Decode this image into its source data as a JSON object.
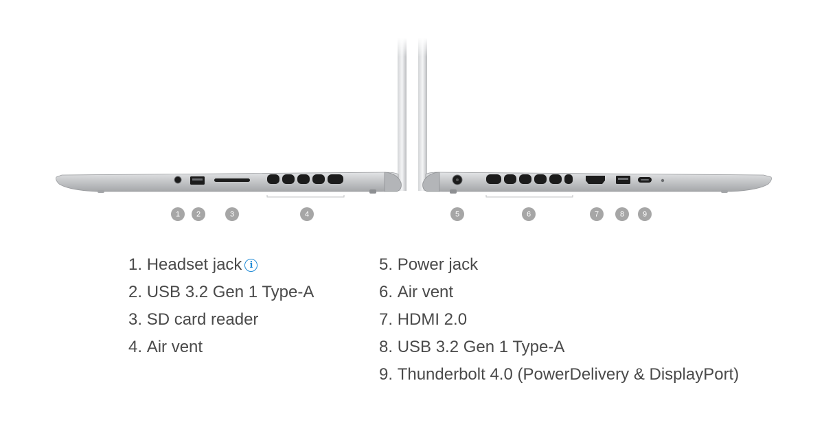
{
  "callouts": [
    {
      "num": "1"
    },
    {
      "num": "2"
    },
    {
      "num": "3"
    },
    {
      "num": "4"
    },
    {
      "num": "5"
    },
    {
      "num": "6"
    },
    {
      "num": "7"
    },
    {
      "num": "8"
    },
    {
      "num": "9"
    }
  ],
  "ports_left": [
    {
      "num": "1.",
      "label": "Headset jack",
      "info_icon": "info-icon"
    },
    {
      "num": "2.",
      "label": "USB 3.2 Gen 1 Type-A"
    },
    {
      "num": "3.",
      "label": "SD card reader"
    },
    {
      "num": "4.",
      "label": "Air vent"
    }
  ],
  "ports_right": [
    {
      "num": "5.",
      "label": "Power jack"
    },
    {
      "num": "6.",
      "label": "Air vent"
    },
    {
      "num": "7.",
      "label": "HDMI 2.0"
    },
    {
      "num": "8.",
      "label": "USB 3.2 Gen 1 Type-A"
    },
    {
      "num": "9.",
      "label": "Thunderbolt 4.0 (PowerDelivery & DisplayPort)"
    }
  ],
  "colors": {
    "text": "#4a4a4a",
    "badge": "#a6a6a6",
    "info_icon": "#1f8ad6",
    "chassis": "#c9cbcd",
    "port": "#1c1c1c"
  }
}
